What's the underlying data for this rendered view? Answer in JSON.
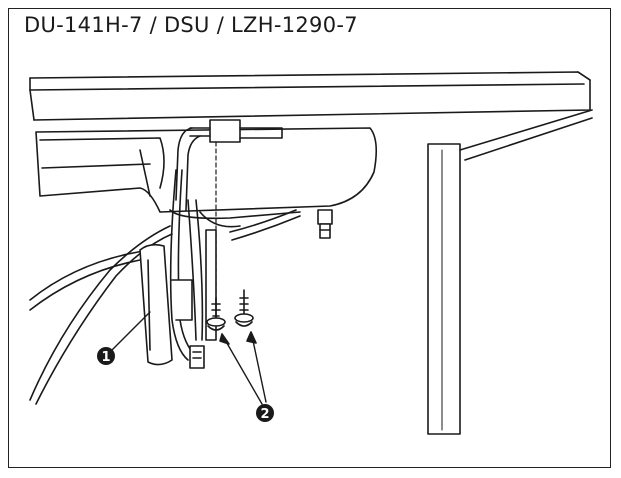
{
  "title": "DU-141H-7 / DSU / LZH-1290-7",
  "callouts": [
    {
      "label": "1"
    },
    {
      "label": "2"
    }
  ],
  "colors": {
    "ink": "#1a1a1a",
    "paper": "#ffffff"
  }
}
